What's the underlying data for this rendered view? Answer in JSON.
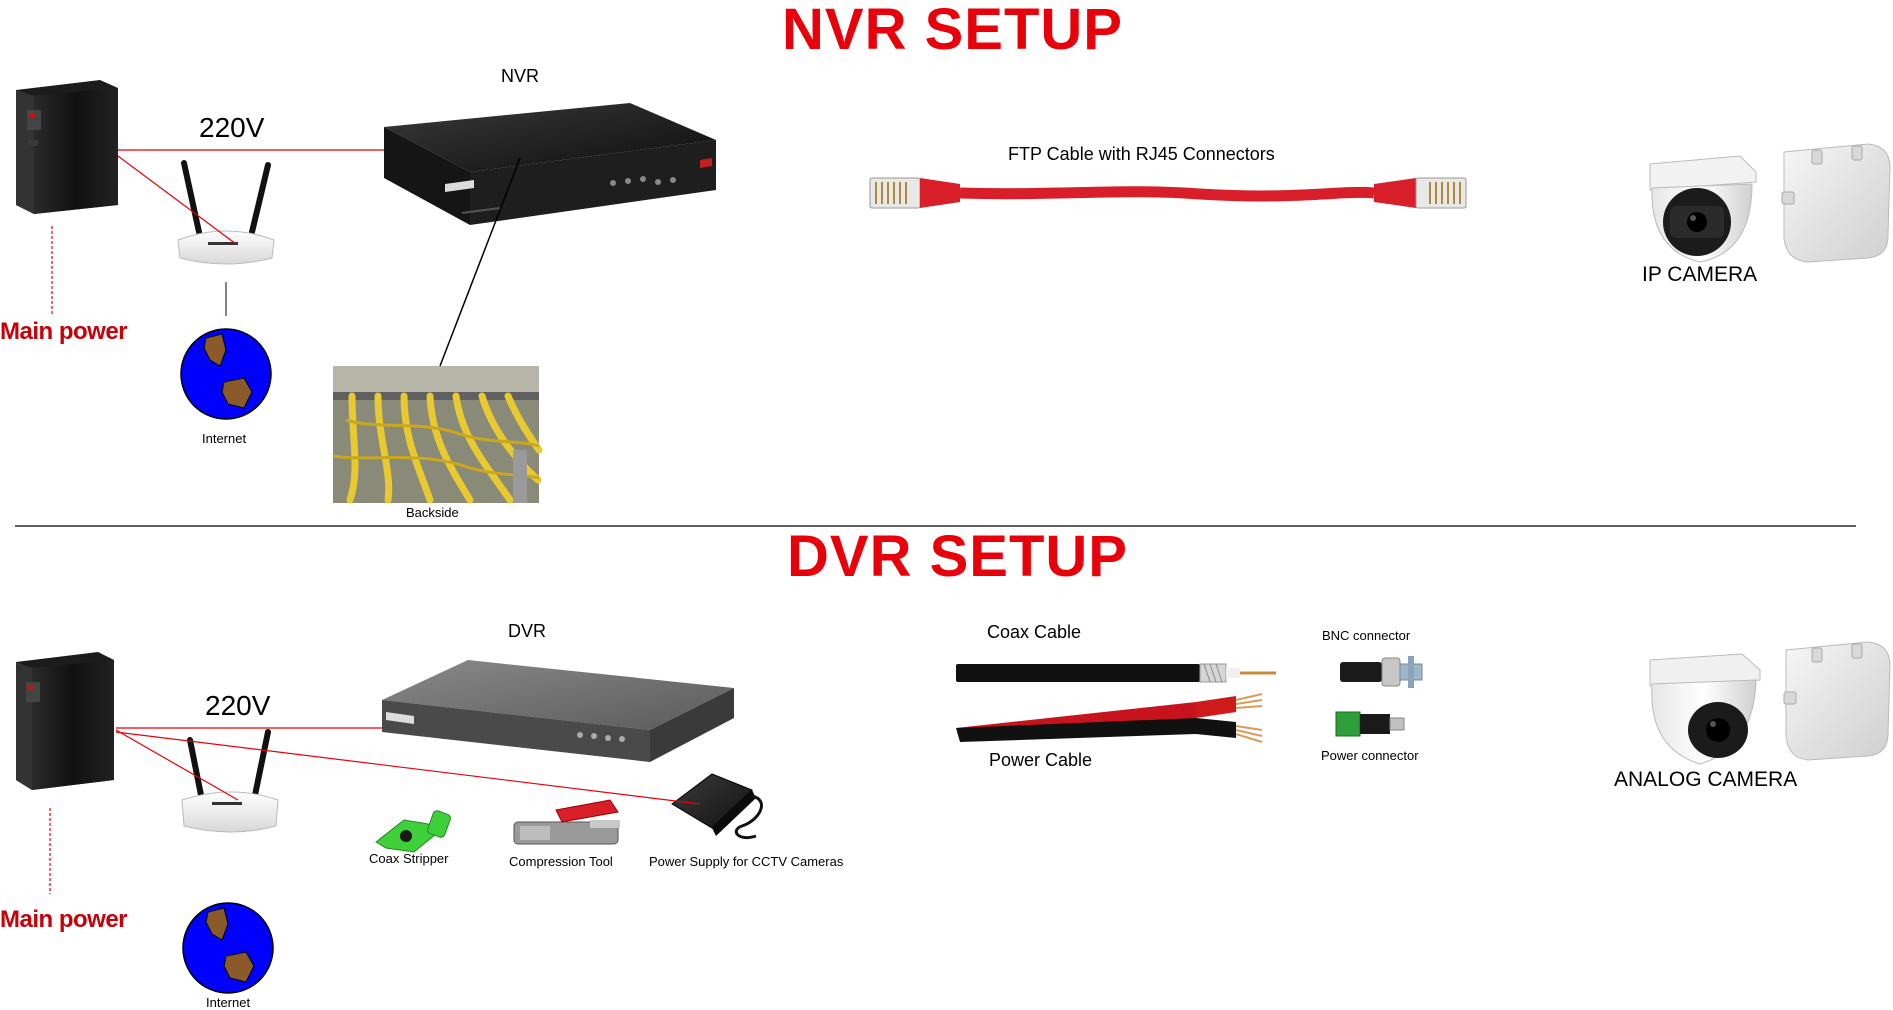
{
  "nvr_section": {
    "title": "NVR SETUP",
    "nvr_label": "NVR",
    "voltage_label": "220V",
    "main_power_label": "Main power",
    "internet_label": "Internet",
    "backside_label": "Backside",
    "ftp_cable_label": "FTP Cable with RJ45 Connectors",
    "ip_camera_label": "IP CAMERA"
  },
  "dvr_section": {
    "title": "DVR SETUP",
    "dvr_label": "DVR",
    "voltage_label": "220V",
    "main_power_label": "Main power",
    "internet_label": "Internet",
    "coax_cable_label": "Coax Cable",
    "power_cable_label": "Power Cable",
    "bnc_connector_label": "BNC connector",
    "power_connector_label": "Power connector",
    "coax_stripper_label": "Coax Stripper",
    "compression_tool_label": "Compression Tool",
    "power_supply_label": "Power Supply for CCTV Cameras",
    "analog_camera_label": "ANALOG CAMERA"
  },
  "colors": {
    "title_red": "#e8000b",
    "main_power_red": "#c8000a",
    "connection_line_red": "#e8000b",
    "internet_globe_blue": "#0000ff",
    "internet_land_brown": "#8b5a2b",
    "ftp_cable_red": "#d81e28",
    "patch_cable_yellow": "#e8c930"
  }
}
